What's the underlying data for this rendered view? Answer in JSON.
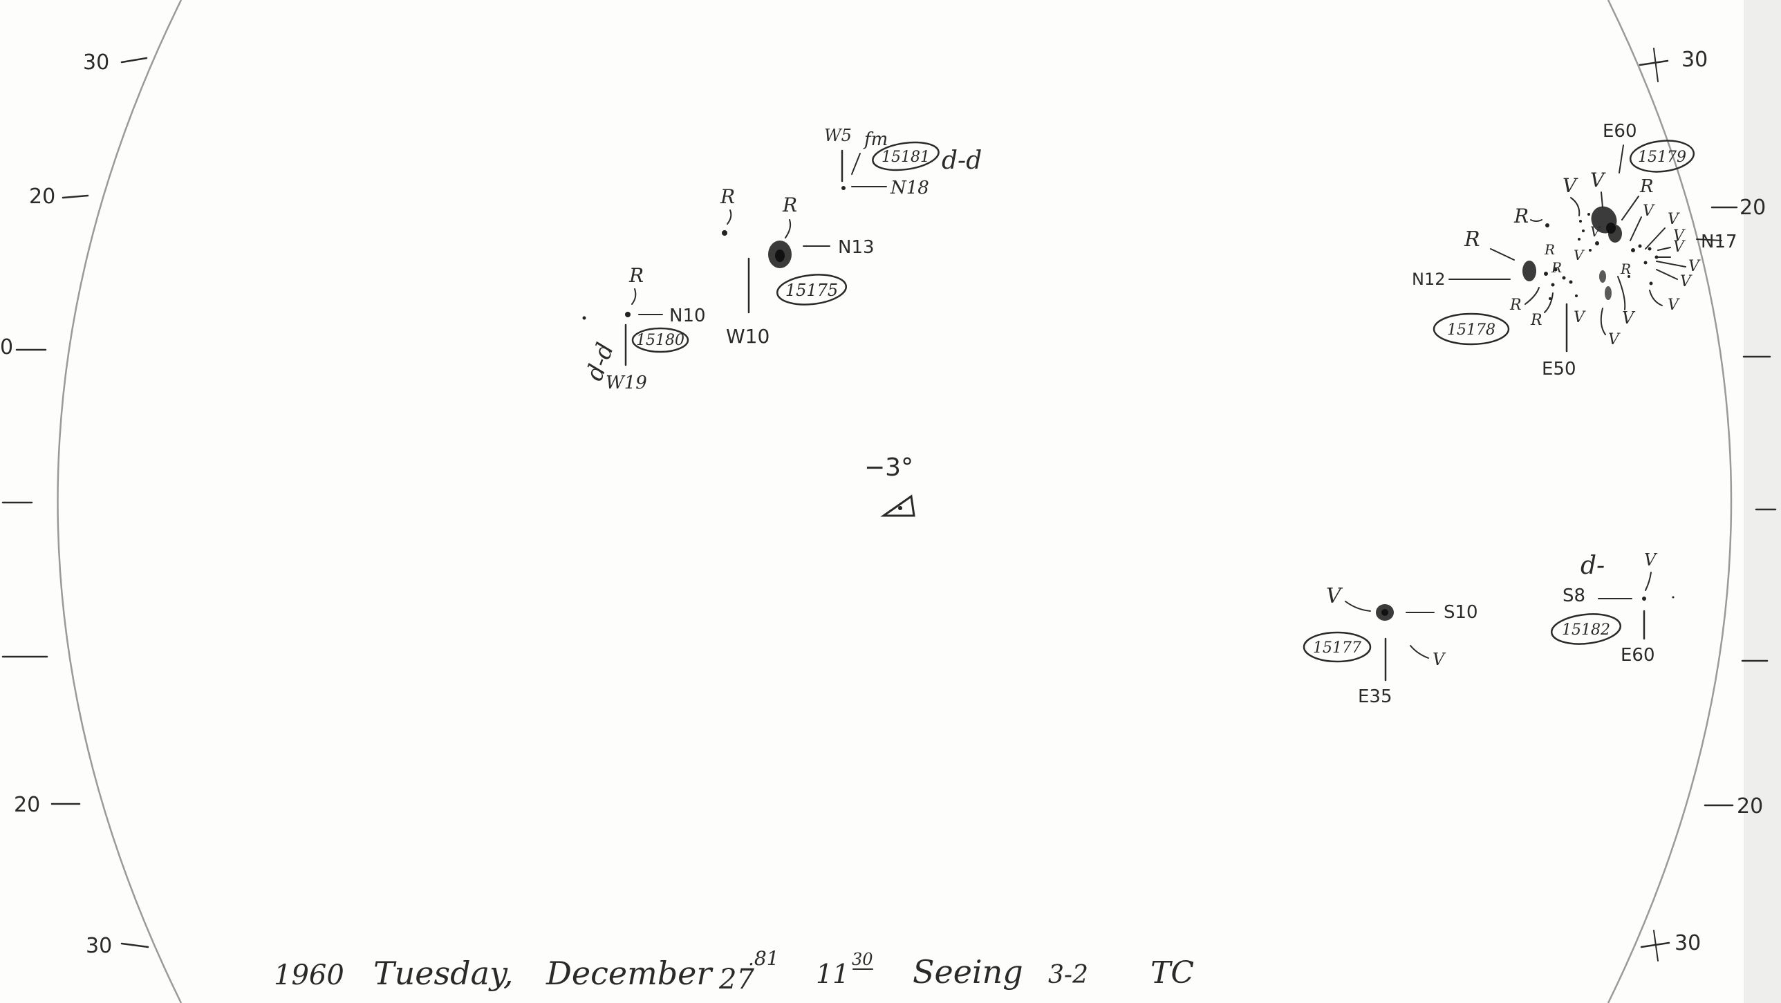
{
  "scale_left": [
    "30",
    "20",
    "0",
    "20",
    "30"
  ],
  "scale_right": [
    "30",
    "20",
    "20",
    "30"
  ],
  "footer": {
    "year": "1960",
    "weekday": "Tuesday,",
    "month": "December",
    "day": "27",
    "day_fraction": ".81",
    "hour": "11",
    "minute": "30",
    "seeing_label": "Seeing",
    "seeing_value": "3-2",
    "observer": "TC"
  },
  "center_mark": {
    "label": "−3°"
  },
  "regions": {
    "r15180": {
      "number": "15180",
      "lat": "N10",
      "lon": "W19",
      "pol": "R",
      "class": "d-d"
    },
    "r15175": {
      "number": "15175",
      "lat": "N13",
      "lon": "W10",
      "pol_a": "R",
      "pol_b": "R"
    },
    "r15181": {
      "number": "15181",
      "lat": "N18",
      "lon": "W5",
      "class": "d-d",
      "note": "fm"
    },
    "r15179": {
      "number": "15179",
      "lat": "N17",
      "lon": "E60"
    },
    "r15178": {
      "number": "15178",
      "lat": "N12",
      "lon": "E50"
    },
    "r15177": {
      "number": "15177",
      "lat": "S10",
      "lon": "E35",
      "pol_a": "V",
      "pol_b": "V"
    },
    "r15182": {
      "number": "15182",
      "lat": "S8",
      "lon": "E60",
      "pol": "V",
      "class": "d-"
    }
  },
  "complex_polarities": {
    "p1": "R",
    "p2": "R",
    "p3": "V",
    "p4": "V",
    "p5": "R",
    "p6": "V",
    "p7": "V",
    "p8": "V",
    "p9": "V",
    "p10": "V",
    "p11": "V",
    "p12": "V",
    "p13": "V",
    "p14": "R",
    "p15": "R",
    "p16": "R",
    "p17": "R",
    "p18": "V",
    "p19": "V",
    "p20": "V",
    "p21": "R",
    "p22": "V"
  }
}
